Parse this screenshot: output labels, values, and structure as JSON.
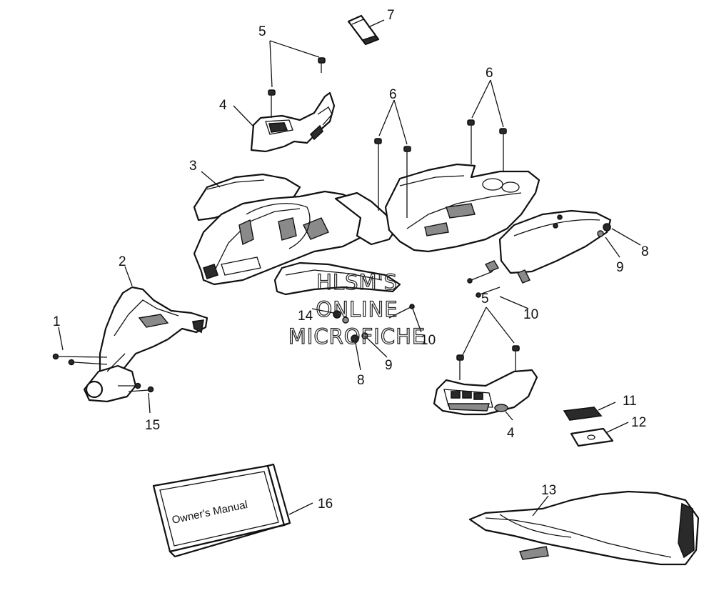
{
  "manual": {
    "cover_text": "Owner's Manual"
  },
  "watermark": {
    "line1": "HLSM'S",
    "line2": "ONLINE",
    "line3": "MICROFICHE"
  },
  "callouts": {
    "c1": "1",
    "c2": "2",
    "c3": "3",
    "c4a": "4",
    "c4b": "4",
    "c5a": "5",
    "c5b": "5",
    "c6a": "6",
    "c6b": "6",
    "c7": "7",
    "c8a": "8",
    "c8b": "8",
    "c9a": "9",
    "c9b": "9",
    "c10a": "10",
    "c10b": "10",
    "c11": "11",
    "c12": "12",
    "c13": "13",
    "c14": "14",
    "c15": "15",
    "c16": "16"
  }
}
